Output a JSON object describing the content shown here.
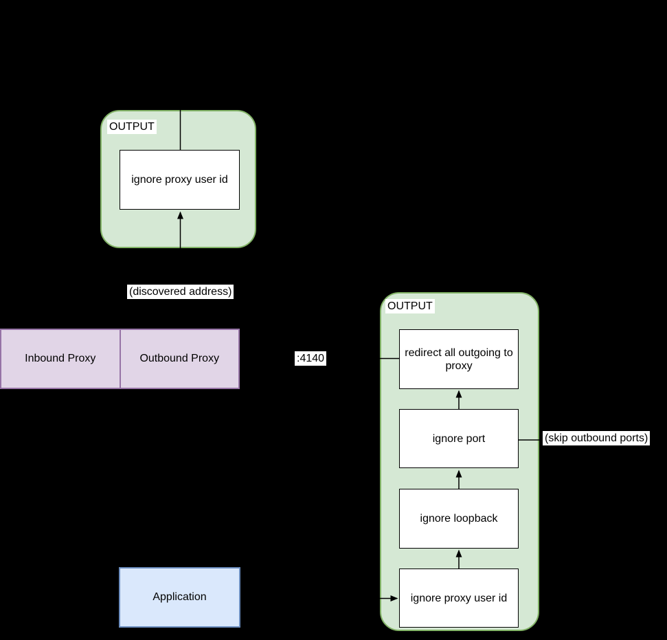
{
  "diagram": {
    "background_color": "#000000",
    "groups": {
      "top_output": {
        "title": "OUTPUT",
        "nodes": [
          "ignore proxy user id"
        ]
      },
      "right_output": {
        "title": "OUTPUT",
        "nodes": [
          "redirect all outgoing to proxy",
          "ignore port",
          "ignore loopback",
          "ignore proxy user id"
        ]
      }
    },
    "proxy_row": {
      "cells": [
        "Inbound Proxy",
        "Outbound Proxy"
      ]
    },
    "application": {
      "label": "Application"
    },
    "edge_labels": {
      "discovered_address": "(discovered address)",
      "outbound_port": ":4140",
      "skip_outbound_ports": "(skip outbound ports)"
    },
    "colors": {
      "chain_fill": "#d5e8d4",
      "chain_stroke": "#82b366",
      "proxy_fill": "#e1d5e7",
      "proxy_stroke": "#9673a6",
      "app_fill": "#dae8fc",
      "app_stroke": "#6c8ebf",
      "node_fill": "#ffffff",
      "node_stroke": "#000000",
      "connector": "#000000",
      "label_bg": "#ffffff",
      "text": "#000000"
    }
  }
}
